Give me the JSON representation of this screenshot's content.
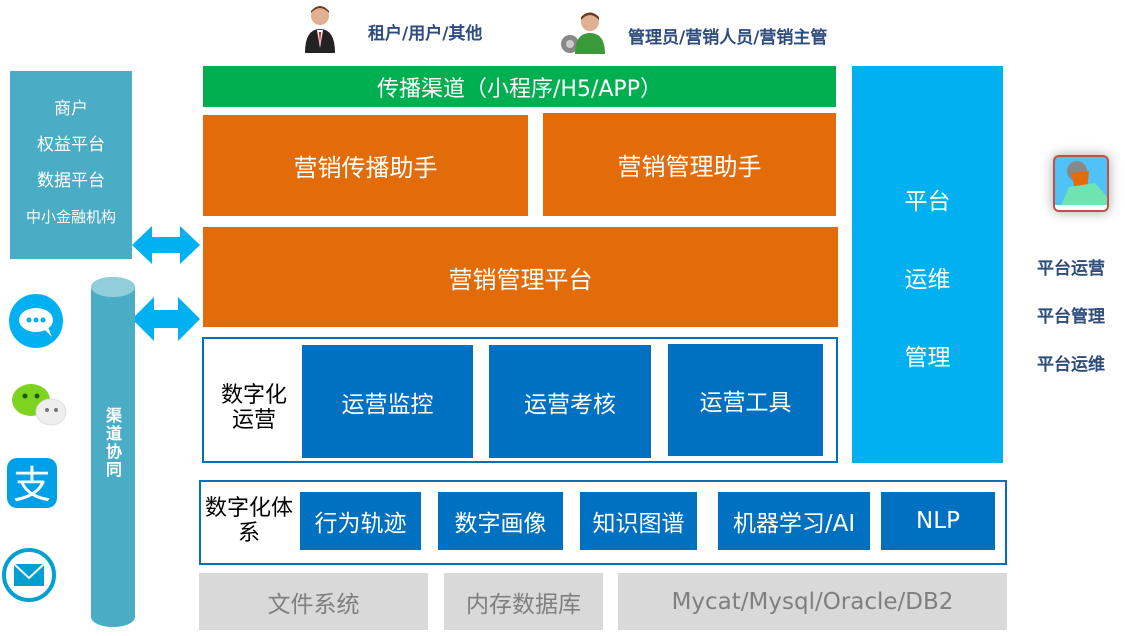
{
  "top_roles": [
    {
      "label": "租户/用户/其他",
      "icon": "person-icon"
    },
    {
      "label": "管理员/营销人员/营销主管",
      "icon": "admin-person-icon"
    }
  ],
  "channel_bar": "传播渠道（小程序/H5/APP）",
  "assistants": [
    "营销传播助手",
    "营销管理助手"
  ],
  "platform": "营销管理平台",
  "ops": {
    "label": "数字化运营",
    "items": [
      "运营监控",
      "运营考核",
      "运营工具"
    ]
  },
  "system": {
    "label": "数字化体系",
    "items": [
      "行为轨迹",
      "数字画像",
      "知识图谱",
      "机器学习/AI",
      "NLP"
    ]
  },
  "storage": [
    "文件系统",
    "内存数据库",
    "Mycat/Mysql/Oracle/DB2"
  ],
  "ops_mgmt": [
    "平台",
    "运维",
    "管理"
  ],
  "right_roles": [
    "平台运营",
    "平台管理",
    "平台运维"
  ],
  "partners": [
    "商户",
    "权益平台",
    "数据平台",
    "中小金融机构"
  ],
  "channel_sync": "渠道协同",
  "colors": {
    "green": "#00b050",
    "orange": "#e36c0a",
    "blue": "#0070c0",
    "sky": "#00b0f0",
    "teal": "#4bacc6"
  }
}
